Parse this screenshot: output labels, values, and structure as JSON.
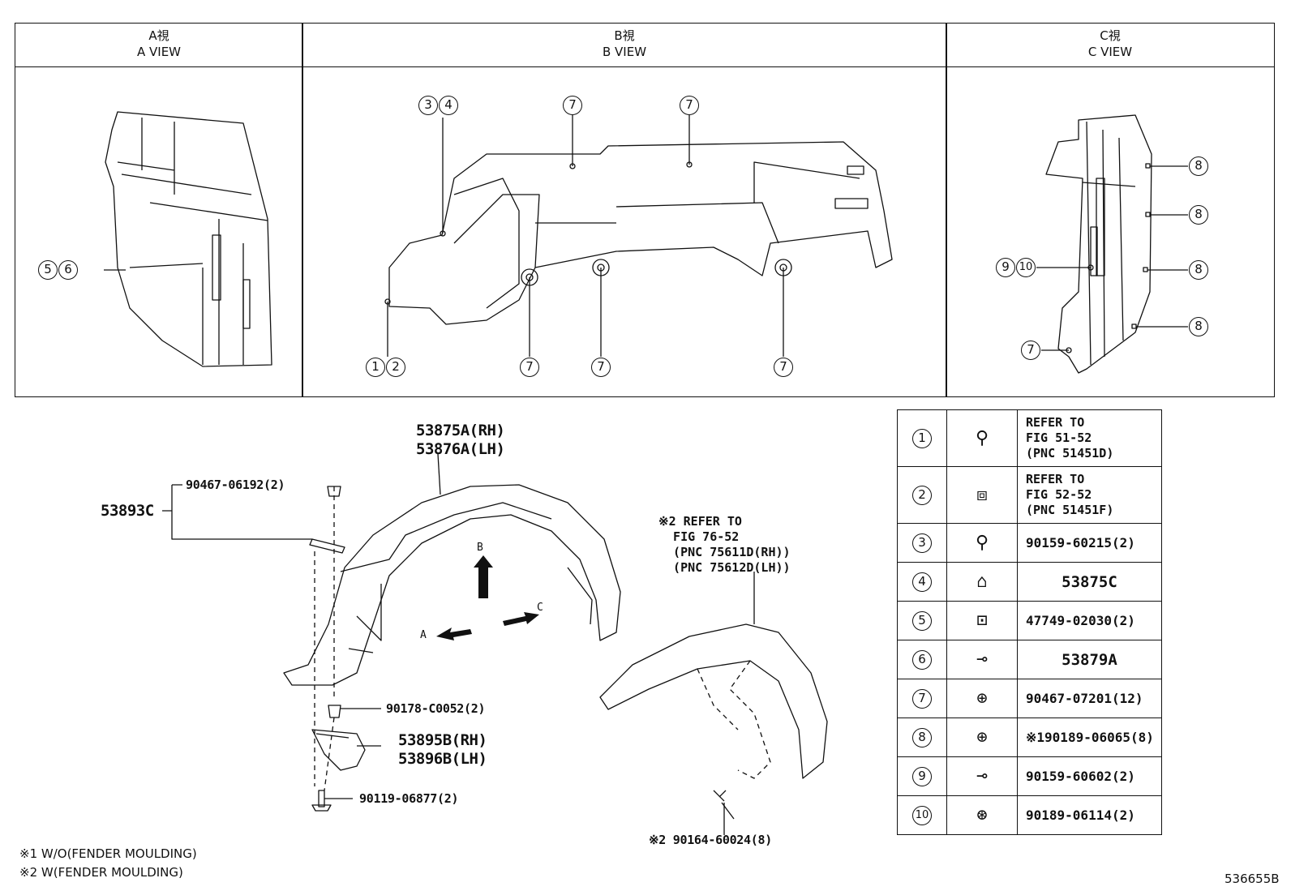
{
  "views": {
    "a": {
      "jp": "A視",
      "en": "A VIEW"
    },
    "b": {
      "jp": "B視",
      "en": "B VIEW"
    },
    "c": {
      "jp": "C視",
      "en": "C VIEW"
    }
  },
  "callouts": {
    "n1": "1",
    "n2": "2",
    "n3": "3",
    "n4": "4",
    "n5": "5",
    "n6": "6",
    "n7": "7",
    "n8": "8",
    "n9": "9",
    "n10": "10"
  },
  "parts": {
    "liner_rh": "53875A(RH)",
    "liner_lh": "53876A(LH)",
    "seal": "53893C",
    "clip_top": "90467-06192(2)",
    "clip_bottom": "90178-C0052(2)",
    "mudguard_rh": "53895B(RH)",
    "mudguard_lh": "53896B(LH)",
    "bolt": "90119-06877(2)",
    "moulding_ref": "※2 REFER TO\n  FIG 76-52\n  (PNC 75611D(RH))\n  (PNC 75612D(LH))",
    "screw": "※2 90164-60024(8)"
  },
  "arrows": {
    "a": "A",
    "b": "B",
    "c": "C"
  },
  "legend": [
    {
      "num": "1",
      "icon": "bolt-icon",
      "text": "REFER TO\nFIG 51-52\n(PNC 51451D)"
    },
    {
      "num": "2",
      "icon": "clip-icon",
      "text": "REFER TO\nFIG 52-52\n(PNC 51451F)"
    },
    {
      "num": "3",
      "icon": "bolt-icon",
      "text": "90159-60215(2)"
    },
    {
      "num": "4",
      "icon": "nut-clip-icon",
      "text": "53875C"
    },
    {
      "num": "5",
      "icon": "retainer-icon",
      "text": "47749-02030(2)"
    },
    {
      "num": "6",
      "icon": "screw-icon",
      "text": "53879A"
    },
    {
      "num": "7",
      "icon": "push-clip-icon",
      "text": "90467-07201(12)"
    },
    {
      "num": "8",
      "icon": "push-clip-icon",
      "text": "※190189-06065(8)"
    },
    {
      "num": "9",
      "icon": "screw-icon",
      "text": "90159-60602(2)"
    },
    {
      "num": "10",
      "icon": "grommet-icon",
      "text": "90189-06114(2)"
    }
  ],
  "footnotes": {
    "note1": "※1 W/O(FENDER MOULDING)",
    "note2": "※2 W(FENDER MOULDING)"
  },
  "figure_id": "536655B"
}
